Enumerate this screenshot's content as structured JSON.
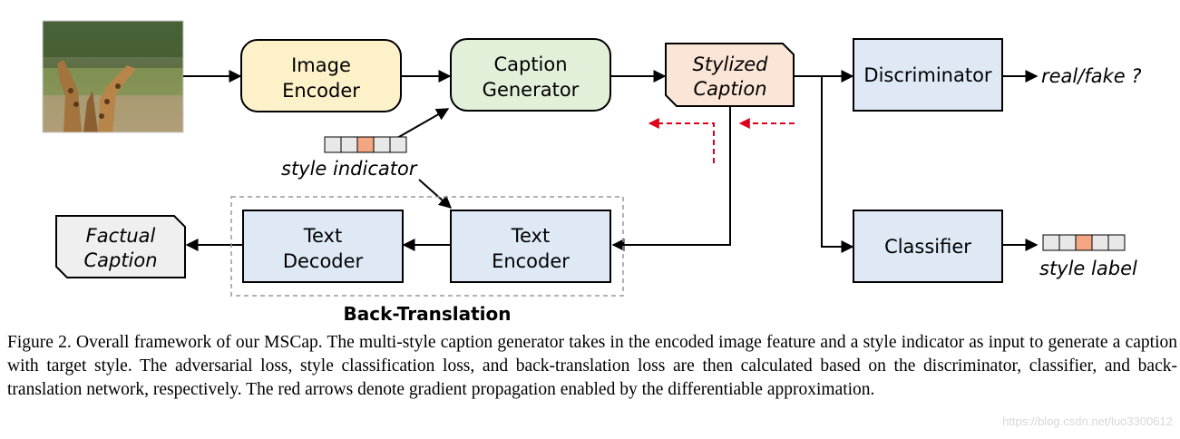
{
  "nodes": {
    "image_encoder": [
      "Image",
      "Encoder"
    ],
    "caption_generator": [
      "Caption",
      "Generator"
    ],
    "stylized_caption": [
      "Stylized",
      "Caption"
    ],
    "discriminator": "Discriminator",
    "classifier": "Classifier",
    "text_encoder": [
      "Text",
      "Encoder"
    ],
    "text_decoder": [
      "Text",
      "Decoder"
    ],
    "factual_caption": [
      "Factual",
      "Caption"
    ]
  },
  "labels": {
    "real_fake": "real/fake ?",
    "style_indicator": "style indicator",
    "style_label": "style label",
    "back_translation": "Back-Translation"
  },
  "colors": {
    "encoder_fill": "#fdf1c9",
    "generator_fill": "#e2efd9",
    "stylized_fill": "#fbe5d6",
    "blue_fill": "#dee9f5",
    "factual_fill": "#efefef",
    "cell_highlight": "#f4a582",
    "cell_fill": "#e8e8e8",
    "gradient_arrow": "#e0001b"
  },
  "caption": "Figure 2. Overall framework of our MSCap. The multi-style caption generator takes in the encoded image feature and a style indicator as input to generate a caption with target style. The adversarial loss, style classification loss, and back-translation loss are then calculated based on the discriminator, classifier, and back-translation network, respectively. The red arrows denote gradient propagation enabled by the differentiable approximation.",
  "watermark": "https://blog.csdn.net/luo3300612"
}
